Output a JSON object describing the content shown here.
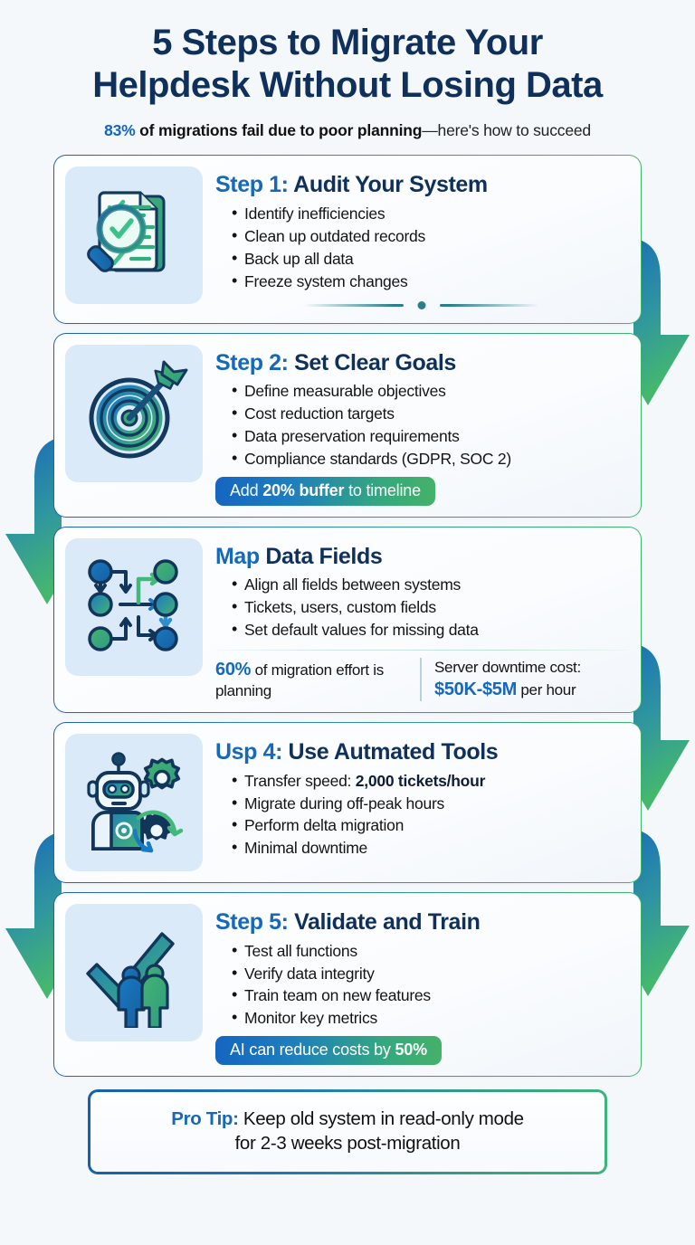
{
  "header": {
    "title_line1": "5 Steps to Migrate Your",
    "title_line2": "Helpdesk Without Losing Data",
    "sub_pct": "83%",
    "sub_bold": " of migrations fail due to poor planning",
    "sub_tail": "—here's how to succeed"
  },
  "steps": [
    {
      "icon": "audit-checklist-magnifier-icon",
      "title_lead": "Step 1:",
      "title_rest": " Audit Your System",
      "bullets": [
        "Identify inefficiencies",
        "Clean up outdated records",
        "Back up all data",
        "Freeze system changes"
      ],
      "ornament": true
    },
    {
      "icon": "target-bullseye-arrow-icon",
      "title_lead": "Step 2:",
      "title_rest": " Set Clear Goals",
      "bullets": [
        "Define measurable objectives",
        "Cost reduction targets",
        "Data preservation requirements",
        "Compliance standards (GDPR, SOC 2)"
      ],
      "badge_pre": "Add ",
      "badge_bold": "20% buffer",
      "badge_post": " to timeline"
    },
    {
      "icon": "data-mapping-nodes-icon",
      "title_lead": "Map",
      "title_rest": " Data Fields",
      "bullets": [
        "Align all fields between systems",
        "Tickets, users, custom fields",
        "Set default values for missing data"
      ],
      "stat_left_big": "60%",
      "stat_left_text": " of migration effort is planning",
      "stat_right_top": "Server downtime cost:",
      "stat_right_big": "$50K-$5M",
      "stat_right_text": " per hour"
    },
    {
      "icon": "robot-automation-gears-icon",
      "title_lead": "Usp 4:",
      "title_rest": " Use Autmated Tools",
      "bullets_rich": [
        {
          "text": "Transfer speed: ",
          "bold": "2,000 tickets/hour"
        },
        {
          "text": "Migrate during off-peak hours",
          "bold": ""
        },
        {
          "text": "Perform delta migration",
          "bold": ""
        },
        {
          "text": "Minimal downtime",
          "bold": ""
        }
      ]
    },
    {
      "icon": "checkmark-team-validate-icon",
      "title_lead": "Step 5:",
      "title_rest": " Validate and Train",
      "bullets": [
        "Test all functions",
        "Verify data integrity",
        "Train team on new features",
        "Monitor key metrics"
      ],
      "badge_pre": "AI can reduce costs by ",
      "badge_bold": "50%",
      "badge_post": ""
    }
  ],
  "protip": {
    "lead": "Pro Tip:",
    "line1": " Keep old system in read-only mode",
    "line2": "for 2-3 weeks post-migration"
  },
  "colors": {
    "background": "#f4f8fb",
    "navy": "#10305c",
    "accent_blue": "#1668bb",
    "accent_green": "#3cb57a",
    "icon_tile": "#dbeaf8",
    "teal": "#2b7f8c"
  },
  "arrows": [
    {
      "side": "right",
      "name": "connector-arrow-step1-to-step2"
    },
    {
      "side": "left",
      "name": "connector-arrow-step2-to-step3"
    },
    {
      "side": "right",
      "name": "connector-arrow-step3-to-step4"
    },
    {
      "side": "left",
      "name": "connector-arrow-step4-to-step5"
    },
    {
      "side": "right",
      "name": "connector-arrow-step4b"
    }
  ]
}
